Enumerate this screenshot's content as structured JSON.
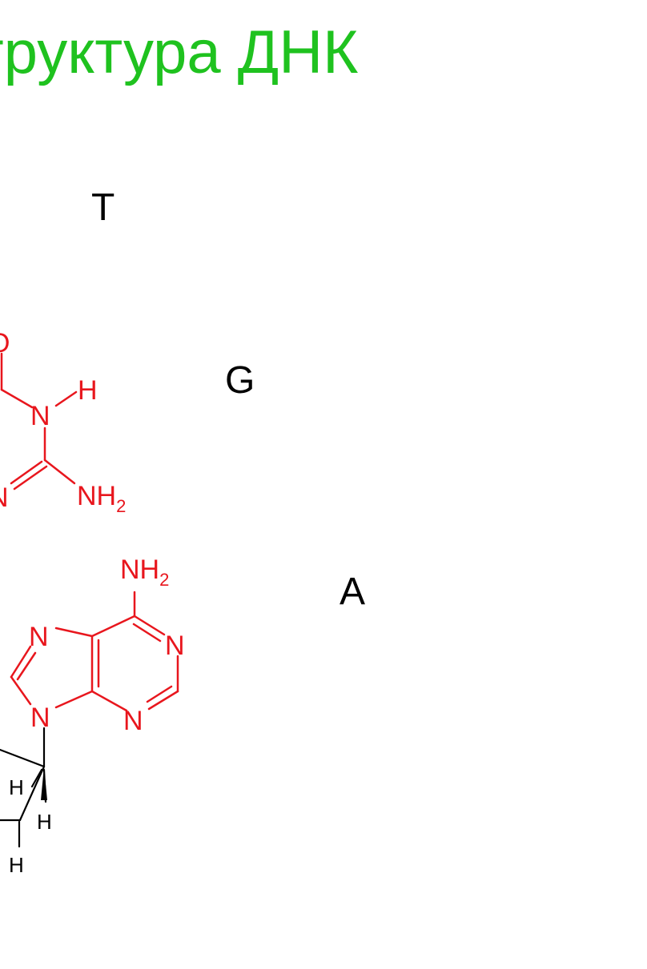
{
  "title": "труктура ДНК",
  "bases": {
    "t": "T",
    "g": "G",
    "a": "A"
  },
  "guanine": {
    "o": "O",
    "n_top": "N",
    "h_top": "H",
    "n_left": "N",
    "nh": "NH",
    "sub2": "2"
  },
  "adenine": {
    "nh": "NH",
    "sub2": "2",
    "n7": "N",
    "n1": "N",
    "n3": "N",
    "n9": "N"
  },
  "sugar": {
    "h1": "H",
    "h2": "H",
    "h3": "H"
  },
  "colors": {
    "title": "#1fc21f",
    "molecule": "#e8161d",
    "sugar": "#000000"
  }
}
